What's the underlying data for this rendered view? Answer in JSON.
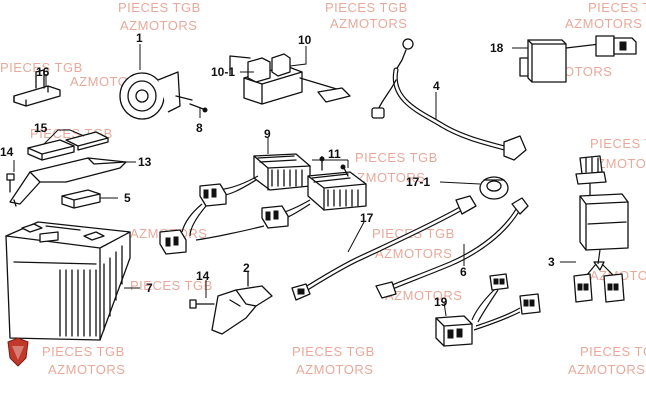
{
  "watermark": {
    "lines": [
      "PIECES TGB",
      "AZMOTORS"
    ]
  },
  "callouts": [
    {
      "id": "1",
      "text": "1"
    },
    {
      "id": "2",
      "text": "2"
    },
    {
      "id": "3",
      "text": "3"
    },
    {
      "id": "4",
      "text": "4"
    },
    {
      "id": "5",
      "text": "5"
    },
    {
      "id": "6",
      "text": "6"
    },
    {
      "id": "7",
      "text": "7"
    },
    {
      "id": "8",
      "text": "8"
    },
    {
      "id": "9",
      "text": "9"
    },
    {
      "id": "10",
      "text": "10"
    },
    {
      "id": "10-1",
      "text": "10-1"
    },
    {
      "id": "11",
      "text": "11"
    },
    {
      "id": "13",
      "text": "13"
    },
    {
      "id": "14a",
      "text": "14"
    },
    {
      "id": "14b",
      "text": "14"
    },
    {
      "id": "15",
      "text": "15"
    },
    {
      "id": "16",
      "text": "16"
    },
    {
      "id": "17",
      "text": "17"
    },
    {
      "id": "17-1",
      "text": "17-1"
    },
    {
      "id": "18",
      "text": "18"
    },
    {
      "id": "19",
      "text": "19"
    }
  ],
  "colors": {
    "watermark": "#e9a99a",
    "logo": "#c0392b",
    "ink": "#111111"
  },
  "logo_icon": "shield-logo-icon"
}
